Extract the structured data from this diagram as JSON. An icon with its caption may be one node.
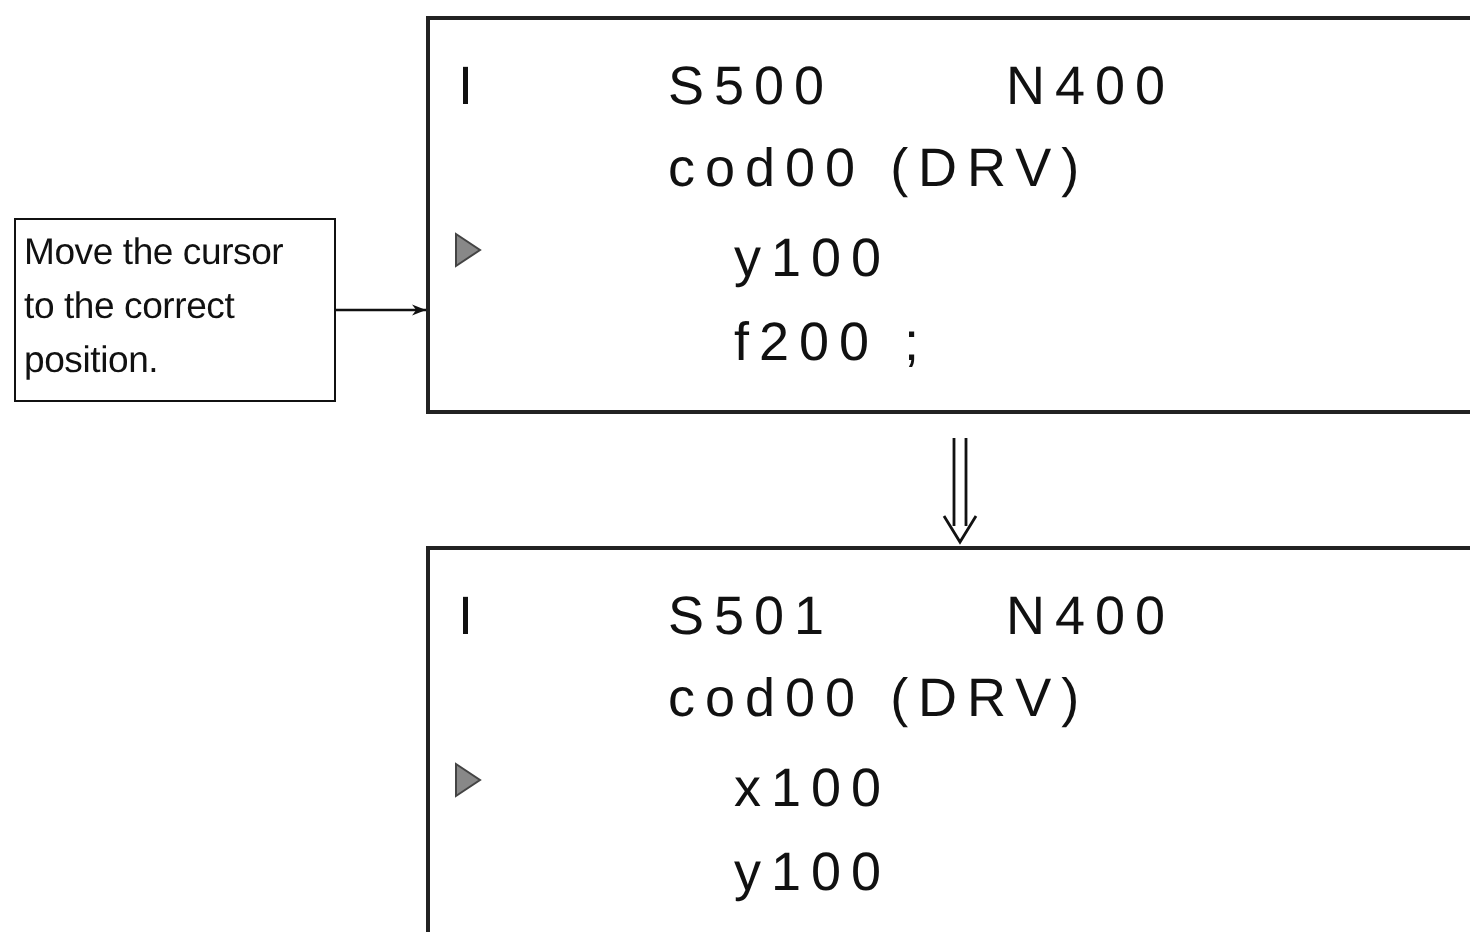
{
  "diagram": {
    "nodes": [
      {
        "text": [
          "Move the cursor to the correct position."
        ]
      },
      {
        "text": [
          "I",
          "S500",
          "N400",
          "cod00 (DRV)",
          "y100",
          "f200 ;"
        ]
      },
      {
        "text": [
          "I",
          "S501",
          "N400",
          "cod00 (DRV)",
          "x100",
          "y100"
        ]
      }
    ],
    "edges": [
      {
        "from": 0,
        "to": 1,
        "arrow": "to"
      },
      {
        "from": 1,
        "to": 2,
        "arrow": "to"
      }
    ]
  }
}
